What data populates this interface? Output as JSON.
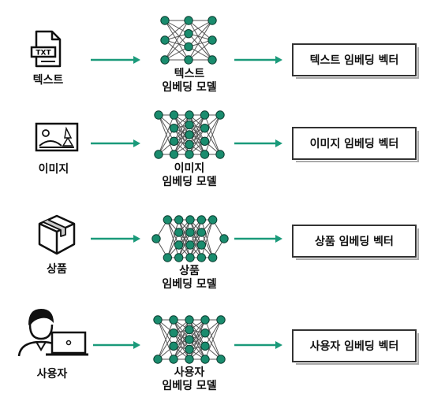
{
  "rows": [
    {
      "input_label": "텍스트",
      "model_label_1": "텍스트",
      "model_label_2": "임베딩 모델",
      "output_label": "텍스트 임베딩 벡터",
      "icon": "text-file-icon"
    },
    {
      "input_label": "이미지",
      "model_label_1": "이미지",
      "model_label_2": "임베딩 모델",
      "output_label": "이미지 임베딩 벡터",
      "icon": "image-icon"
    },
    {
      "input_label": "상품",
      "model_label_1": "상품",
      "model_label_2": "임베딩 모델",
      "output_label": "상품  임베딩 벡터",
      "icon": "package-box-icon"
    },
    {
      "input_label": "사용자",
      "model_label_1": "사용자",
      "model_label_2": "임베딩 모델",
      "output_label": "사용자 임베딩 벡터",
      "icon": "user-laptop-icon"
    }
  ],
  "file_icon_text": "TXT",
  "colors": {
    "arrow": "#1a9a7a",
    "node": "#1a8c6e",
    "edge": "#555555",
    "box_border": "#333333"
  }
}
